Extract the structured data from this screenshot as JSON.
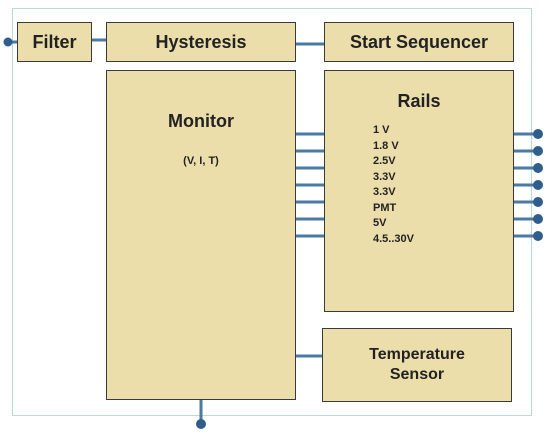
{
  "blocks": {
    "filter": "Filter",
    "hysteresis": "Hysteresis",
    "start_sequencer": "Start Sequencer",
    "monitor": {
      "title": "Monitor",
      "subtitle": "(V, I, T)"
    },
    "rails": {
      "title": "Rails",
      "items": [
        "1 V",
        "1.8 V",
        "2.5V",
        "3.3V",
        "3.3V",
        "PMT",
        "5V",
        "4.5..30V"
      ]
    },
    "temperature_sensor": [
      "Temperature",
      "Sensor"
    ]
  },
  "colors": {
    "block_fill": "#ecdeab",
    "wire": "#4a7aa6",
    "terminal": "#2f5e8c",
    "frame": "#b9dccc"
  }
}
